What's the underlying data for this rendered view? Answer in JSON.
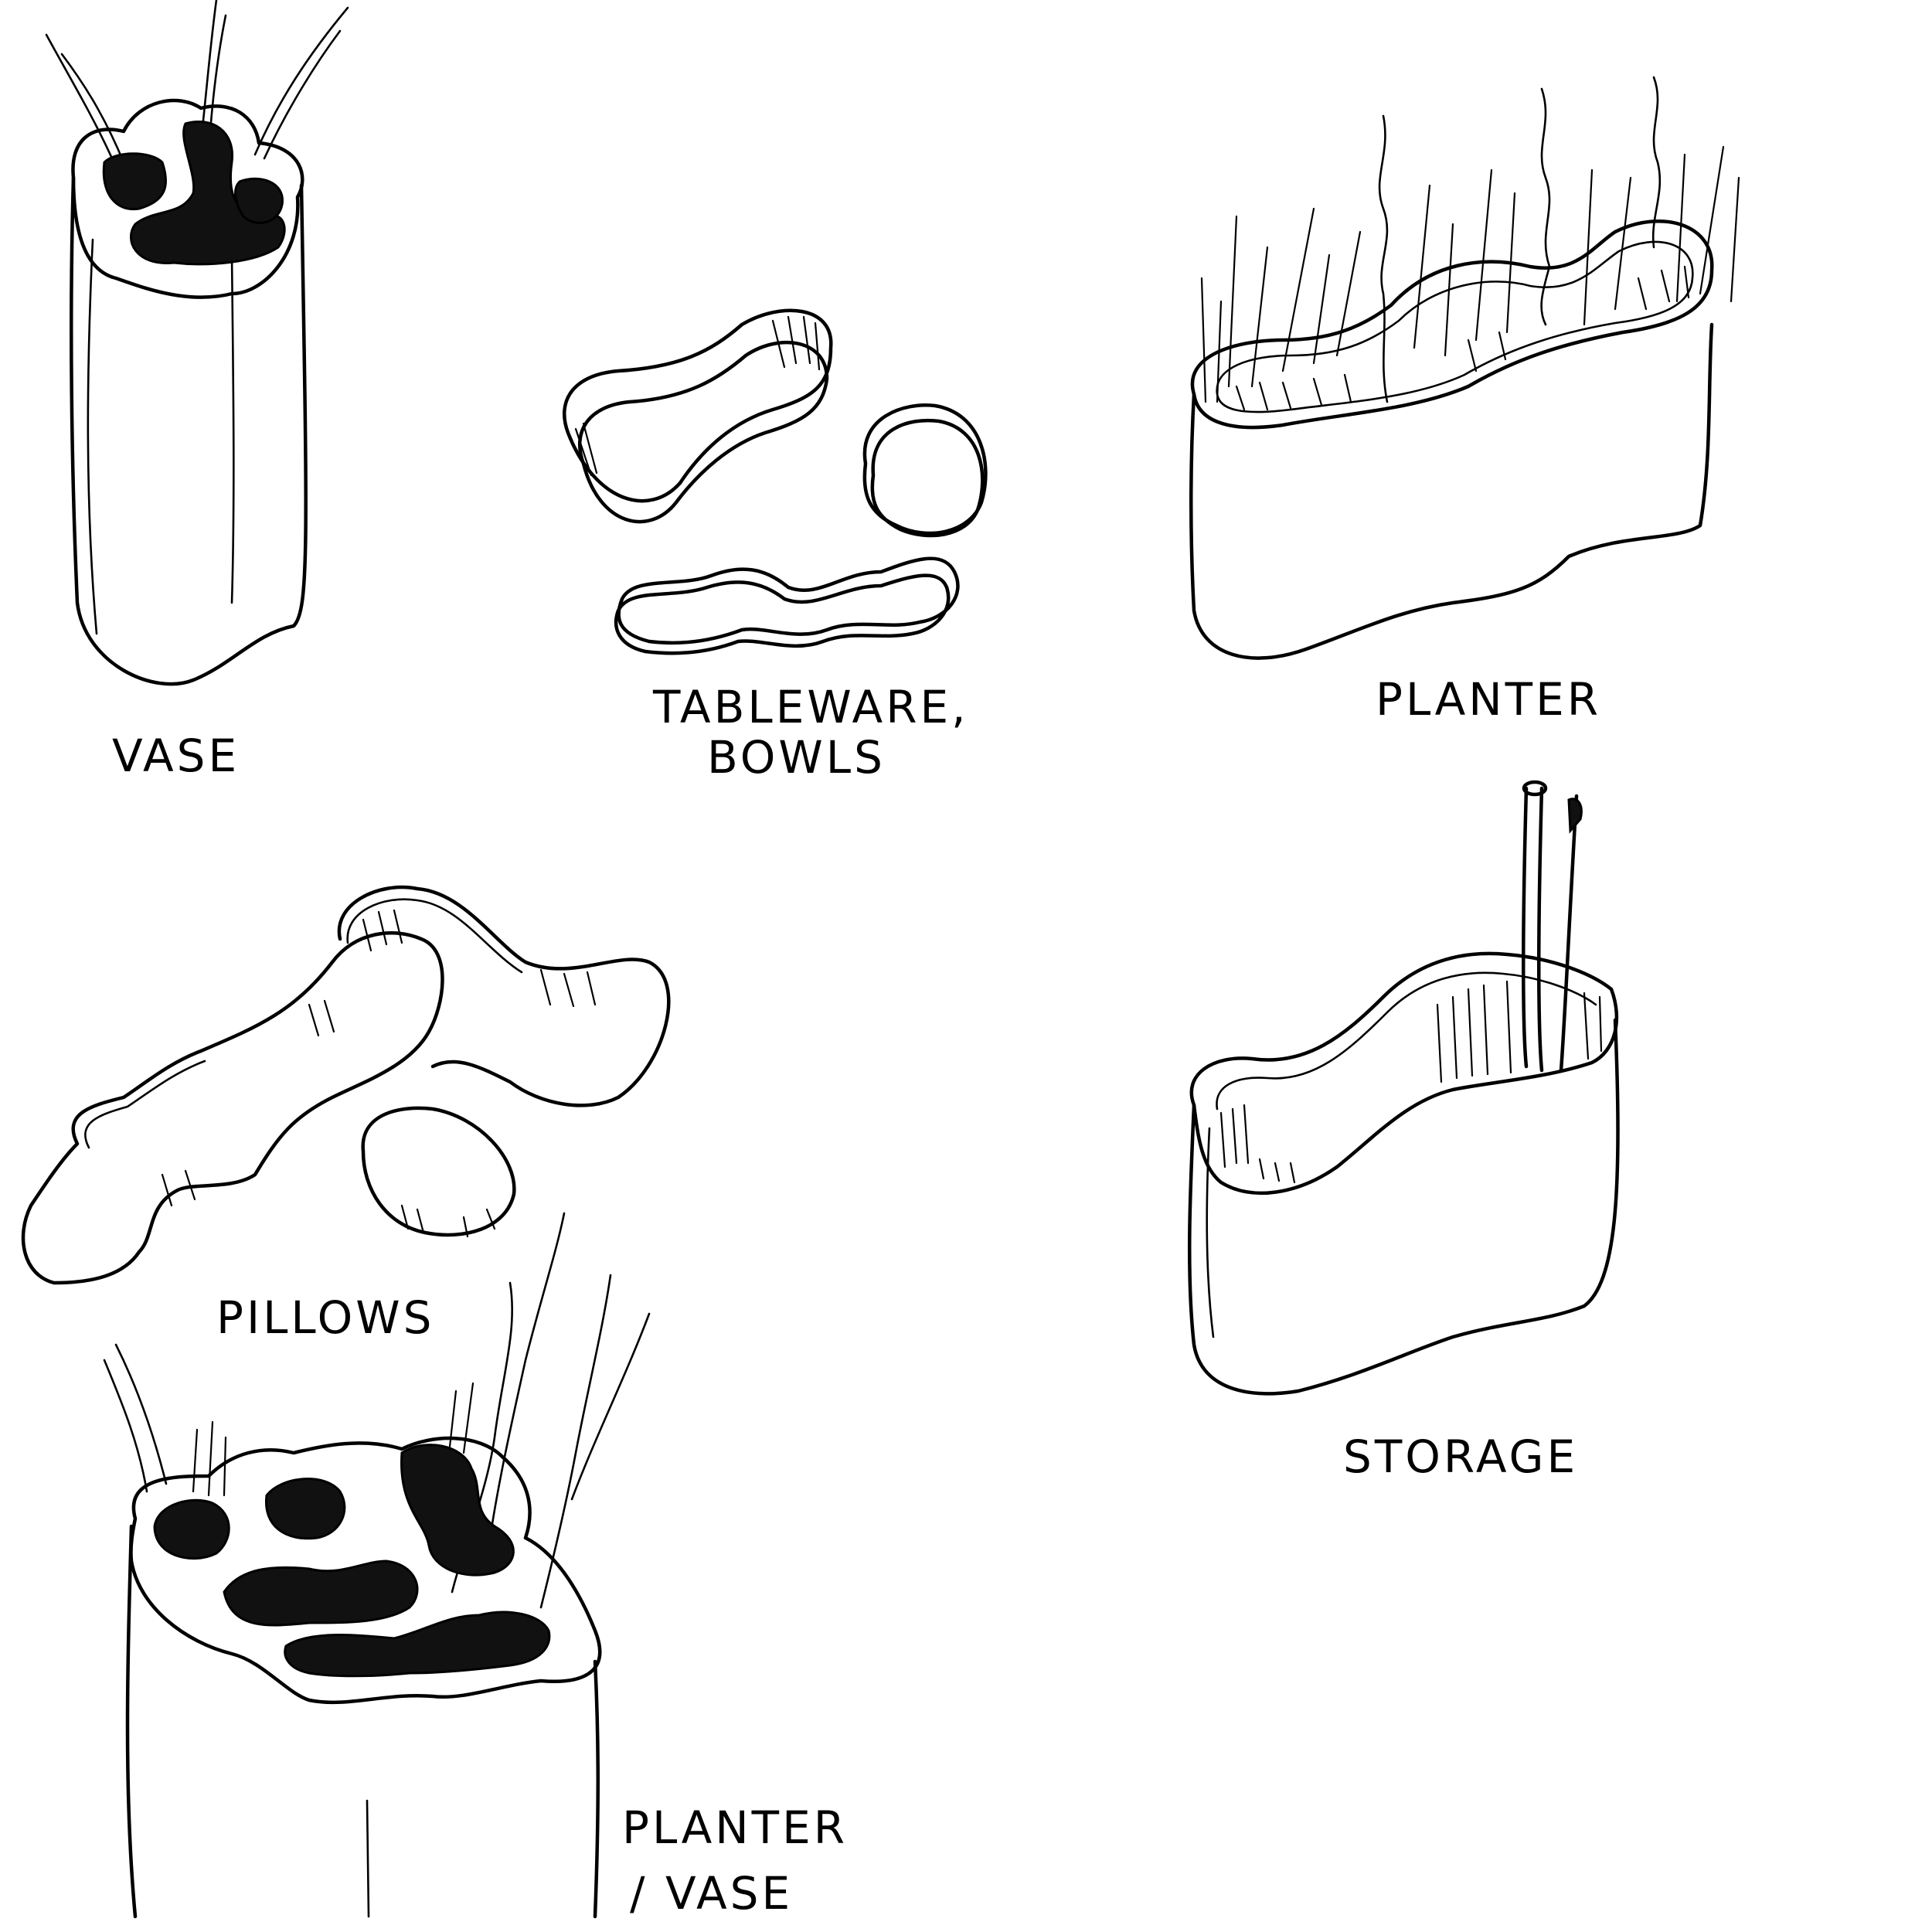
{
  "labels": {
    "vase": "VASE",
    "tableware_line1": "TABLEWARE,",
    "tableware_line2": "BOWLS",
    "planter": "PLANTER",
    "pillows": "PILLOWS",
    "storage": "STORAGE",
    "planter_vase_line1": "PLANTER",
    "planter_vase_line2": "/ VASE"
  },
  "colors": {
    "ink": "#000000",
    "paper": "#ffffff"
  }
}
